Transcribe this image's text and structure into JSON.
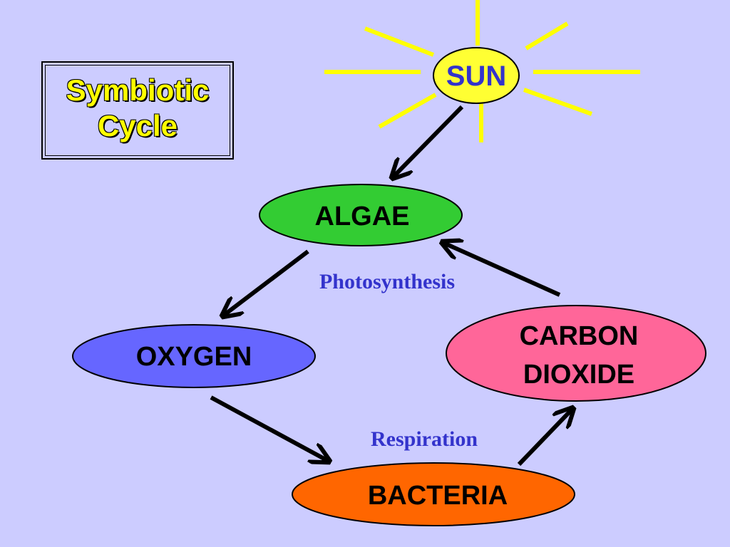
{
  "title": {
    "line1": "Symbiotic",
    "line2": "Cycle"
  },
  "nodes": {
    "sun": {
      "label": "SUN",
      "fill": "#ffff33",
      "text_color": "#3333cc"
    },
    "algae": {
      "label": "ALGAE",
      "fill": "#33cc33"
    },
    "oxygen": {
      "label": "OXYGEN",
      "fill": "#6666ff"
    },
    "carbon_dioxide": {
      "label_line1": "CARBON",
      "label_line2": "DIOXIDE",
      "fill": "#ff6699"
    },
    "bacteria": {
      "label": "BACTERIA",
      "fill": "#ff6600"
    }
  },
  "process_labels": {
    "photosynthesis": "Photosynthesis",
    "respiration": "Respiration",
    "color": "#3333cc"
  },
  "colors": {
    "background": "#ccccff",
    "title_text": "#ffff00",
    "sun_rays": "#ffff00",
    "arrows": "#000000"
  }
}
